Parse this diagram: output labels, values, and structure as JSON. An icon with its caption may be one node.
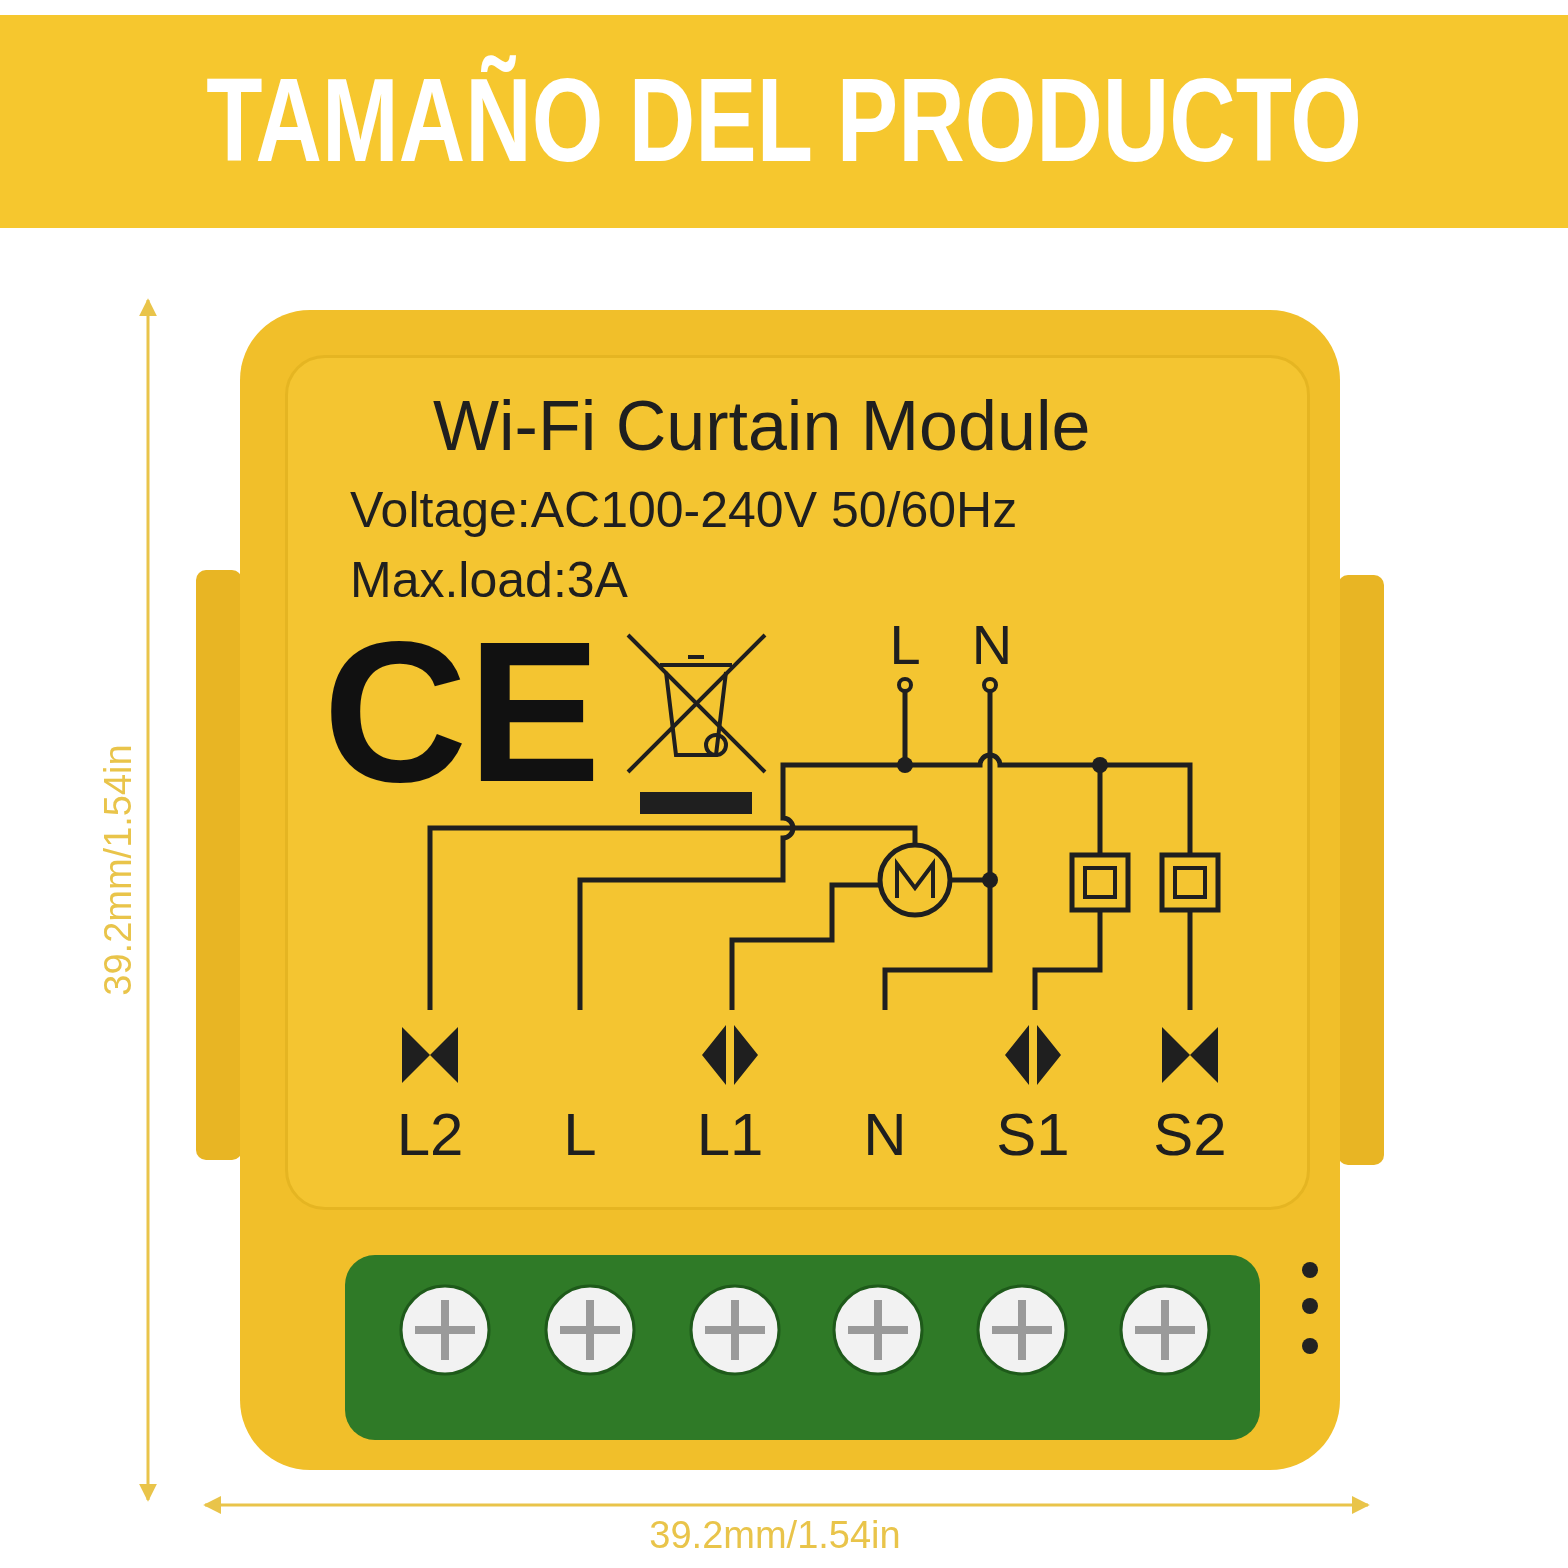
{
  "diagram": {
    "title": "TAMAÑO DEL PRODUCTO",
    "nodes": [
      {
        "text": [
          "Wi-Fi Curtain Module",
          "Voltage:AC100-240V 50/60Hz",
          "Max.load:3A"
        ]
      }
    ],
    "labels": [
      "CE",
      "L",
      "N",
      "L2",
      "L",
      "L1",
      "N",
      "S1",
      "S2",
      "39.2mm/1.54in",
      "39.2mm/1.54in"
    ]
  }
}
